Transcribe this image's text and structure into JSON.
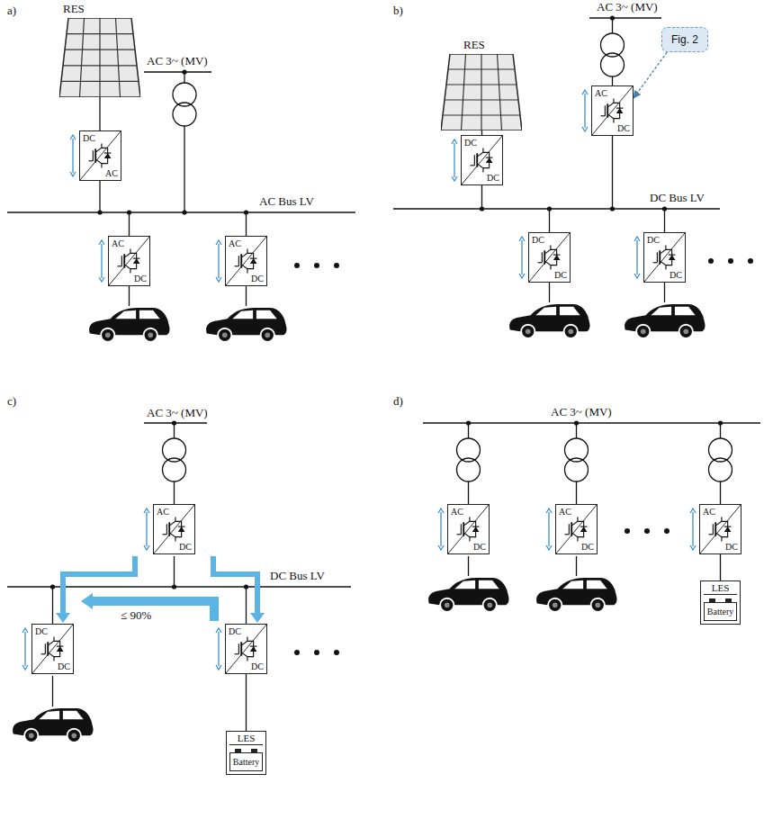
{
  "diagram": {
    "nodes": [
      {
        "text": [
          "DC",
          "AC"
        ]
      },
      {
        "text": [
          "AC",
          "DC"
        ]
      },
      {
        "text": [
          "AC",
          "DC"
        ]
      },
      {
        "text": [
          "DC",
          "DC"
        ]
      },
      {
        "text": [
          "AC",
          "DC"
        ]
      },
      {
        "text": [
          "Fig. 2"
        ]
      },
      {
        "text": [
          "DC",
          "DC"
        ]
      },
      {
        "text": [
          "DC",
          "DC"
        ]
      },
      {
        "text": [
          "AC",
          "DC"
        ]
      },
      {
        "text": [
          "DC",
          "DC"
        ]
      },
      {
        "text": [
          "DC",
          "DC"
        ]
      },
      {
        "text": [
          "LES",
          "Battery"
        ]
      },
      {
        "text": [
          "AC",
          "DC"
        ]
      },
      {
        "text": [
          "AC",
          "DC"
        ]
      },
      {
        "text": [
          "AC",
          "DC"
        ]
      },
      {
        "text": [
          "LES",
          "Battery"
        ]
      }
    ],
    "edges": [
      {
        "from": 5,
        "to": 4,
        "arrow": "to"
      },
      {
        "from": 10,
        "to": 11,
        "arrow": "none"
      },
      {
        "from": 14,
        "to": 15,
        "arrow": "none"
      }
    ],
    "labels": [
      "a)",
      "RES",
      "AC 3~ (MV)",
      "AC Bus LV",
      "b)",
      "RES",
      "AC 3~ (MV)",
      "DC Bus LV",
      "c)",
      "AC 3~ (MV)",
      "DC Bus LV",
      "≤ 90%",
      "d)",
      "AC 3~ (MV)"
    ]
  }
}
